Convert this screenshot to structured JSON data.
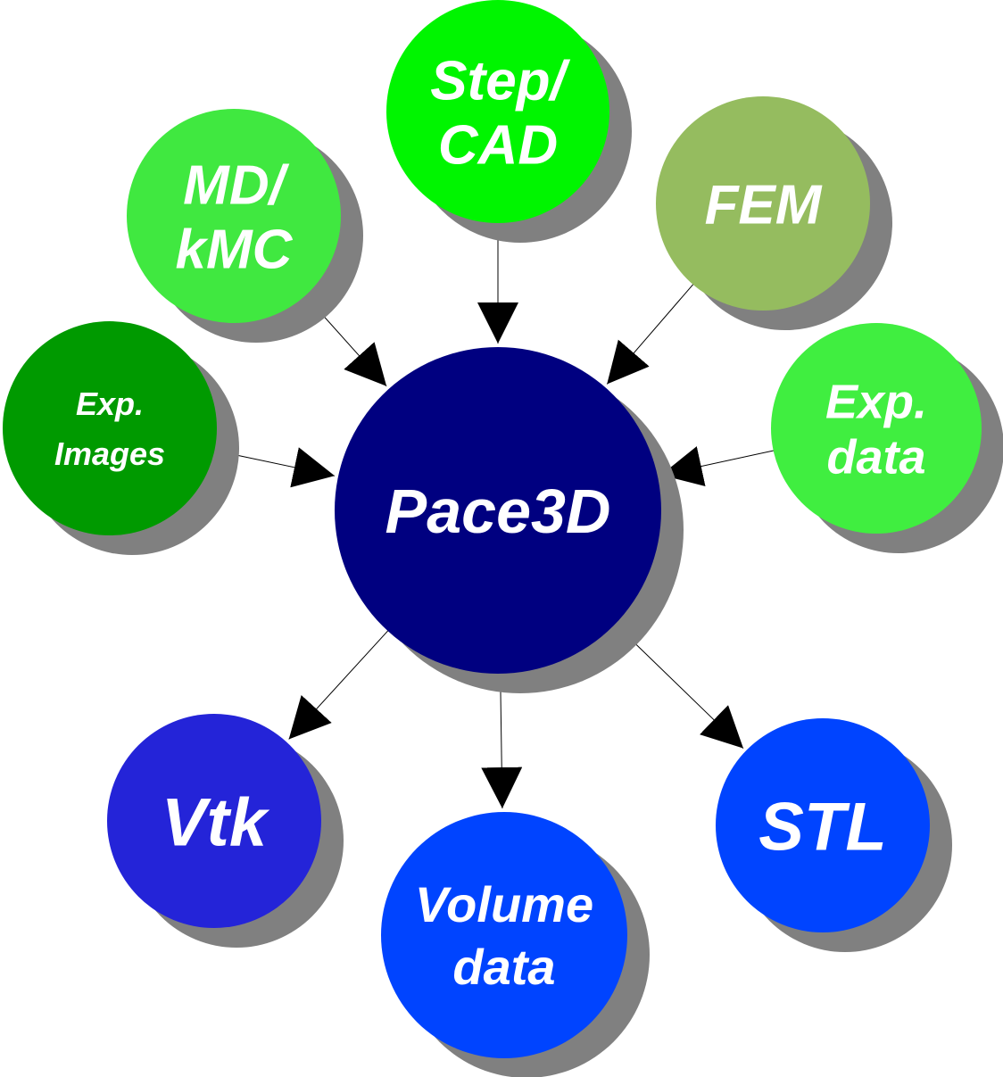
{
  "center": {
    "label": "Pace3D",
    "color": "#000080"
  },
  "inputs": [
    {
      "id": "step-cad",
      "lines": [
        "Step/",
        "CAD"
      ],
      "color": "#00f500"
    },
    {
      "id": "md-kmc",
      "lines": [
        "MD/",
        "kMC"
      ],
      "color": "#40e840"
    },
    {
      "id": "fem",
      "lines": [
        "FEM"
      ],
      "color": "#95bc5f"
    },
    {
      "id": "exp-images",
      "lines": [
        "Exp.",
        "Images"
      ],
      "color": "#009a00"
    },
    {
      "id": "exp-data",
      "lines": [
        "Exp.",
        "data"
      ],
      "color": "#40ee40"
    }
  ],
  "outputs": [
    {
      "id": "vtk",
      "lines": [
        "Vtk"
      ],
      "color": "#2424d8"
    },
    {
      "id": "volume-data",
      "lines": [
        "Volume",
        "data"
      ],
      "color": "#0044ff"
    },
    {
      "id": "stl",
      "lines": [
        "STL"
      ],
      "color": "#0044ff"
    }
  ],
  "colors": {
    "shadow": "#808080",
    "arrow": "#000000",
    "text": "#ffffff"
  }
}
